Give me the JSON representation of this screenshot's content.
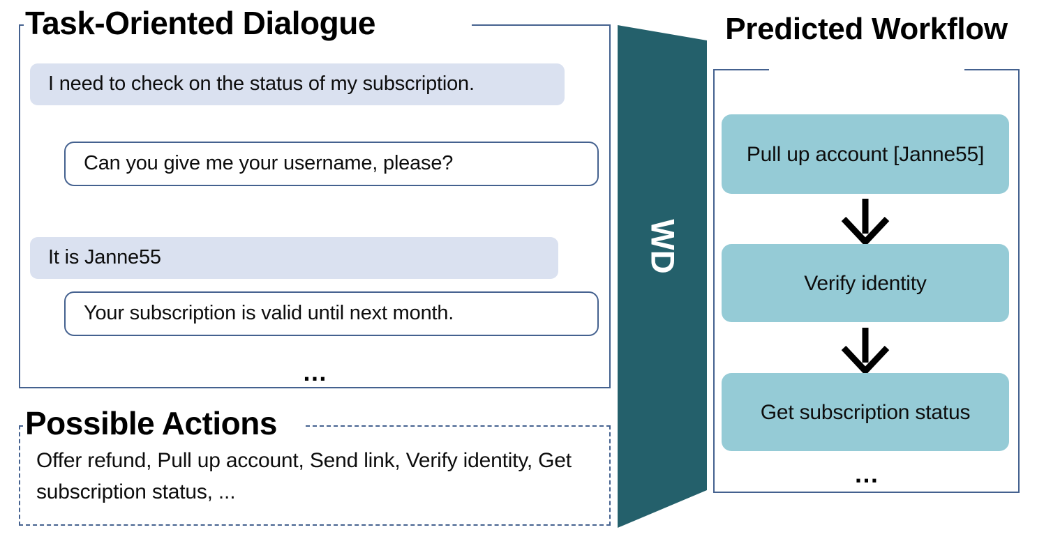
{
  "dialogue_panel": {
    "title": "Task-Oriented Dialogue",
    "ellipsis": "…",
    "turns": [
      {
        "speaker": "user",
        "text": "I need to check on the status of my subscription."
      },
      {
        "speaker": "agent",
        "text": "Can you give me your username, please?"
      },
      {
        "speaker": "user",
        "text": "It is Janne55"
      },
      {
        "speaker": "agent",
        "text": "Your subscription is valid until next month."
      }
    ]
  },
  "possible_actions": {
    "title": "Possible Actions",
    "text": "Offer refund, Pull up account, Send link, Verify identity, Get subscription status, ..."
  },
  "model_arrow": {
    "label": "WD",
    "fill_color": "#24606b",
    "icon": "right-arrow-trapezoid"
  },
  "workflow_panel": {
    "title": "Predicted Workflow",
    "ellipsis": "…",
    "nodes": [
      {
        "text": "Pull up account [Janne55]"
      },
      {
        "text": "Verify identity"
      },
      {
        "text": "Get subscription status"
      }
    ],
    "arrows": [
      {
        "icon": "down-arrow-icon"
      },
      {
        "icon": "down-arrow-icon"
      }
    ]
  },
  "colors": {
    "panel_border": "#44618f",
    "user_bubble_fill": "#dae1f0",
    "agent_bubble_fill": "#ffffff",
    "workflow_node_fill": "#95cbd6",
    "accent_teal": "#24606b",
    "text": "#0d0d0d"
  }
}
